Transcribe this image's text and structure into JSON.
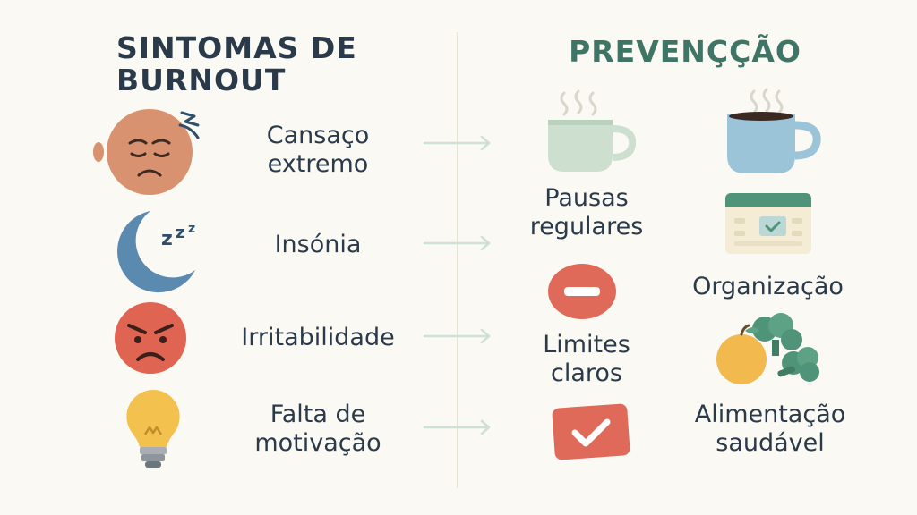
{
  "symptoms_title_line1": "SINTOMAS DE",
  "symptoms_title_line2": "BURNOUT",
  "prevention_title": "PREVENÇÇÃO",
  "symptoms": [
    {
      "line1": "Cansaço",
      "line2": "extremo",
      "icon": "tired-face-icon"
    },
    {
      "line1": "Insónia",
      "line2": "",
      "icon": "moon-zzz-icon"
    },
    {
      "line1": "Irritabilidade",
      "line2": "",
      "icon": "angry-face-icon"
    },
    {
      "line1": "Falta de",
      "line2": "motivação",
      "icon": "lightbulb-icon"
    }
  ],
  "prevention": [
    {
      "line1": "Pausas",
      "line2": "regulares",
      "icon": "coffee-cup-icon"
    },
    {
      "line1": "Organização",
      "line2": "",
      "icon": "calendar-icon"
    },
    {
      "line1": "Limites",
      "line2": "claros",
      "icon": "stop-sign-icon"
    },
    {
      "line1": "Alimentação",
      "line2": "saudável",
      "icon": "fruit-vegetable-icon"
    }
  ],
  "colors": {
    "heading_dark": "#2b3a4a",
    "heading_green": "#3e7566",
    "arrow": "#cfe0d6",
    "background": "#fbf9f3"
  }
}
